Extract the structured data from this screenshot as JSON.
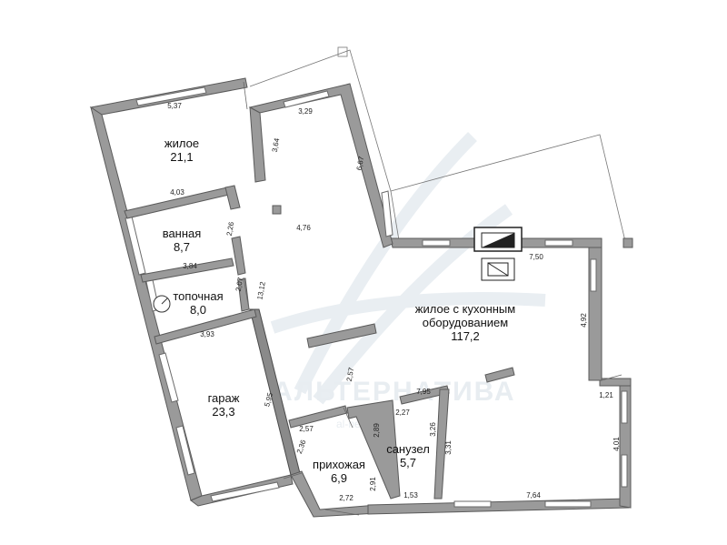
{
  "watermark": {
    "brand": "АЛЬТЕРНАТИВА",
    "site": "al-nedv.by"
  },
  "rooms": [
    {
      "name": "жилое",
      "area": "21,1"
    },
    {
      "name": "ванная",
      "area": "8,7"
    },
    {
      "name": "топочная",
      "area": "8,0"
    },
    {
      "name": "гараж",
      "area": "23,3"
    },
    {
      "name": "жилое с кухонным",
      "name2": "оборудованием",
      "area": "117,2"
    },
    {
      "name": "санузел",
      "area": "5,7"
    },
    {
      "name": "прихожая",
      "area": "6,9"
    }
  ],
  "dimensions": [
    "5,37",
    "3,29",
    "3,64",
    "6,67",
    "4,03",
    "2,26",
    "4,76",
    "3,84",
    "2,07",
    "13,12",
    "7,50",
    "4,92",
    "3,93",
    "2,57",
    "7,95",
    "2,27",
    "5,95",
    "2,57",
    "2,89",
    "3,26",
    "3,31",
    "2,36",
    "1,21",
    "4,01",
    "2,91",
    "2,72",
    "1,53",
    "7,64"
  ]
}
